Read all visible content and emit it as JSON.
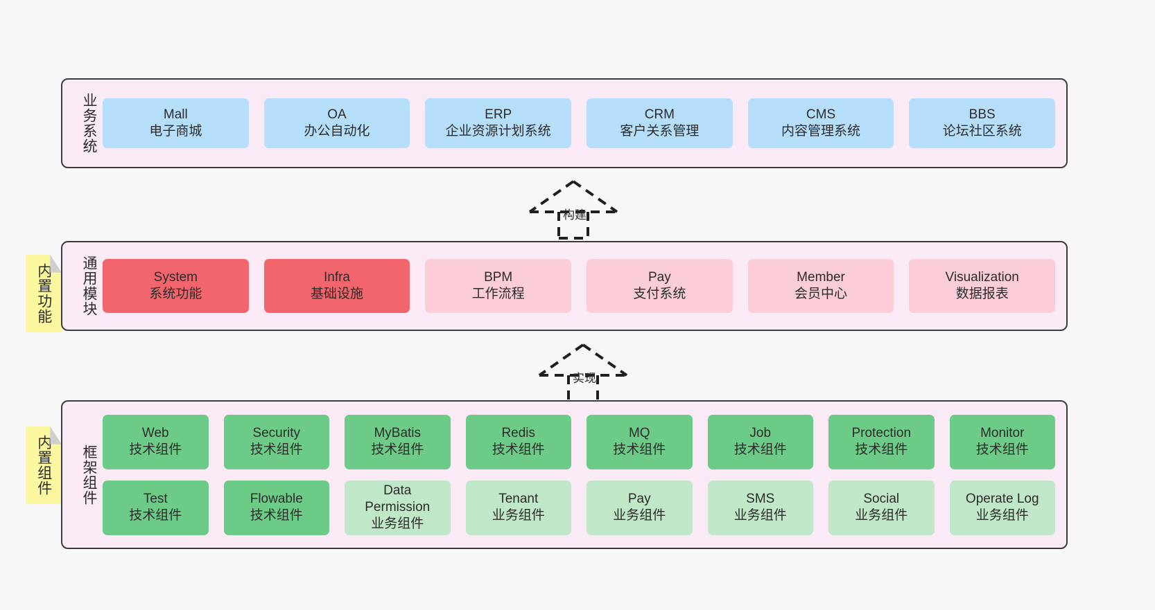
{
  "diagram": {
    "background_color": "#f7f7f7",
    "container_fill": "#f9eaf5",
    "container_border": "#3b3b3b"
  },
  "layers": [
    {
      "id": "business-systems",
      "title": "业务系统",
      "rows": [
        [
          {
            "en": "Mall",
            "cn": "电子商城",
            "color": "#b5defa",
            "style": "blue"
          },
          {
            "en": "OA",
            "cn": "办公自动化",
            "color": "#b5defa",
            "style": "blue"
          },
          {
            "en": "ERP",
            "cn": "企业资源计划系统",
            "color": "#b5defa",
            "style": "blue"
          },
          {
            "en": "CRM",
            "cn": "客户关系管理",
            "color": "#b5defa",
            "style": "blue"
          },
          {
            "en": "CMS",
            "cn": "内容管理系统",
            "color": "#b5defa",
            "style": "blue"
          },
          {
            "en": "BBS",
            "cn": "论坛社区系统",
            "color": "#b5defa",
            "style": "blue"
          }
        ]
      ]
    },
    {
      "id": "common-modules",
      "title": "通用模块",
      "note": "内置功能",
      "rows": [
        [
          {
            "en": "System",
            "cn": "系统功能",
            "color": "#f1666d",
            "style": "red"
          },
          {
            "en": "Infra",
            "cn": "基础设施",
            "color": "#f1666d",
            "style": "red"
          },
          {
            "en": "BPM",
            "cn": "工作流程",
            "color": "#fbcdd6",
            "style": "pink"
          },
          {
            "en": "Pay",
            "cn": "支付系统",
            "color": "#fbcdd6",
            "style": "pink"
          },
          {
            "en": "Member",
            "cn": "会员中心",
            "color": "#fbcdd6",
            "style": "pink"
          },
          {
            "en": "Visualization",
            "cn": "数据报表",
            "color": "#fbcdd6",
            "style": "pink"
          }
        ]
      ]
    },
    {
      "id": "framework-components",
      "title": "框架组件",
      "note": "内置组件",
      "rows": [
        [
          {
            "en": "Web",
            "cn": "技术组件",
            "color": "#6ccb86",
            "style": "green"
          },
          {
            "en": "Security",
            "cn": "技术组件",
            "color": "#6ccb86",
            "style": "green"
          },
          {
            "en": "MyBatis",
            "cn": "技术组件",
            "color": "#6ccb86",
            "style": "green"
          },
          {
            "en": "Redis",
            "cn": "技术组件",
            "color": "#6ccb86",
            "style": "green"
          },
          {
            "en": "MQ",
            "cn": "技术组件",
            "color": "#6ccb86",
            "style": "green"
          },
          {
            "en": "Job",
            "cn": "技术组件",
            "color": "#6ccb86",
            "style": "green"
          },
          {
            "en": "Protection",
            "cn": "技术组件",
            "color": "#6ccb86",
            "style": "green"
          },
          {
            "en": "Monitor",
            "cn": "技术组件",
            "color": "#6ccb86",
            "style": "green"
          }
        ],
        [
          {
            "en": "Test",
            "cn": "技术组件",
            "color": "#6ccb86",
            "style": "green"
          },
          {
            "en": "Flowable",
            "cn": "技术组件",
            "color": "#6ccb86",
            "style": "green"
          },
          {
            "en": "Data Permission",
            "cn": "业务组件",
            "color": "#bfe7c8",
            "style": "lgreen"
          },
          {
            "en": "Tenant",
            "cn": "业务组件",
            "color": "#bfe7c8",
            "style": "lgreen"
          },
          {
            "en": "Pay",
            "cn": "业务组件",
            "color": "#bfe7c8",
            "style": "lgreen"
          },
          {
            "en": "SMS",
            "cn": "业务组件",
            "color": "#bfe7c8",
            "style": "lgreen"
          },
          {
            "en": "Social",
            "cn": "业务组件",
            "color": "#bfe7c8",
            "style": "lgreen"
          },
          {
            "en": "Operate Log",
            "cn": "业务组件",
            "color": "#bfe7c8",
            "style": "lgreen"
          }
        ]
      ]
    }
  ],
  "connectors": [
    {
      "id": "build",
      "label": "构建"
    },
    {
      "id": "implement",
      "label": "实现"
    }
  ]
}
